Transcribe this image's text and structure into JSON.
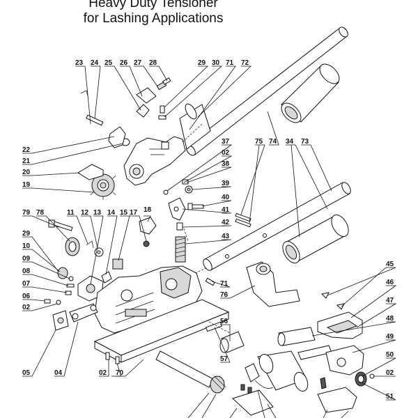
{
  "title": {
    "line1": "Heavy Duty Tensioner",
    "line2": "for Lashing Applications"
  },
  "callouts": {
    "c23": "23",
    "c24": "24",
    "c25": "25",
    "c26": "26",
    "c27": "27",
    "c28": "28",
    "c29a": "29",
    "c30": "30",
    "c71a": "71",
    "c72": "72",
    "c22": "22",
    "c21": "21",
    "c20": "20",
    "c19": "19",
    "c37": "37",
    "c02a": "02",
    "c38": "38",
    "c39": "39",
    "c40": "40",
    "c41": "41",
    "c42": "42",
    "c43": "43",
    "c75": "75",
    "c74": "74",
    "c34": "34",
    "c73": "73",
    "c79": "79",
    "c78": "78",
    "c11": "11",
    "c12": "12",
    "c13": "13",
    "c14": "14",
    "c15": "15",
    "c17": "17",
    "c18": "18",
    "c29b": "29",
    "c10": "10",
    "c09": "09",
    "c08": "08",
    "c07": "07",
    "c06": "06",
    "c02b": "02",
    "c71b": "71",
    "c76": "76",
    "c45": "45",
    "c46": "46",
    "c47": "47",
    "c48": "48",
    "c49": "49",
    "c50": "50",
    "c02c": "02",
    "c51": "51",
    "c56": "56",
    "c57": "57",
    "c05": "05",
    "c04": "04",
    "c02d": "02",
    "c70": "70"
  }
}
